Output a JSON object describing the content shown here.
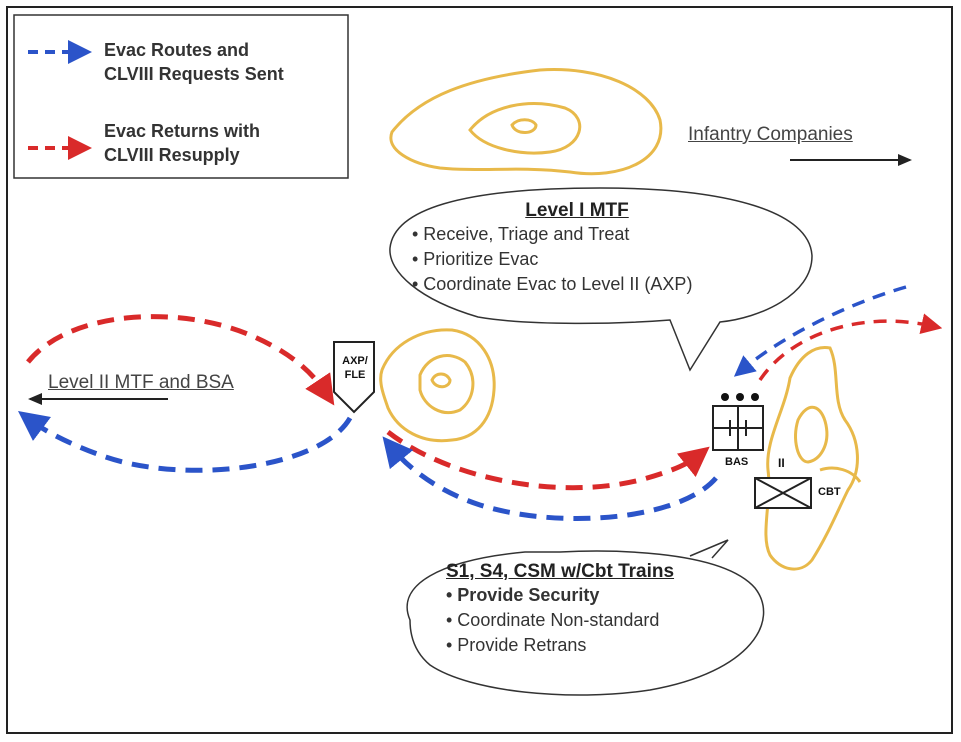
{
  "legend": {
    "blue_label_line1": "Evac Routes and",
    "blue_label_line2": "CLVIII Requests Sent",
    "red_label_line1": "Evac Returns with",
    "red_label_line2": "CLVIII Resupply"
  },
  "labels": {
    "infantry": "Infantry Companies",
    "level2": "Level II MTF and BSA",
    "axp_line1": "AXP/",
    "axp_line2": "FLE",
    "bas": "BAS",
    "cbt": "CBT",
    "cbt_echelon": "II"
  },
  "callouts": {
    "level1": {
      "title": "Level I MTF",
      "items": [
        "• Receive, Triage and Treat",
        "• Prioritize Evac",
        "• Coordinate Evac to Level II (AXP)"
      ]
    },
    "trains": {
      "title": "S1, S4, CSM w/Cbt Trains",
      "items": [
        "• Provide Security",
        "• Coordinate Non-standard",
        "• Provide Retrans"
      ]
    }
  },
  "colors": {
    "blue": "#2b54c9",
    "red": "#d92a2a",
    "terrain": "#e8b94a",
    "frame": "#222222"
  }
}
